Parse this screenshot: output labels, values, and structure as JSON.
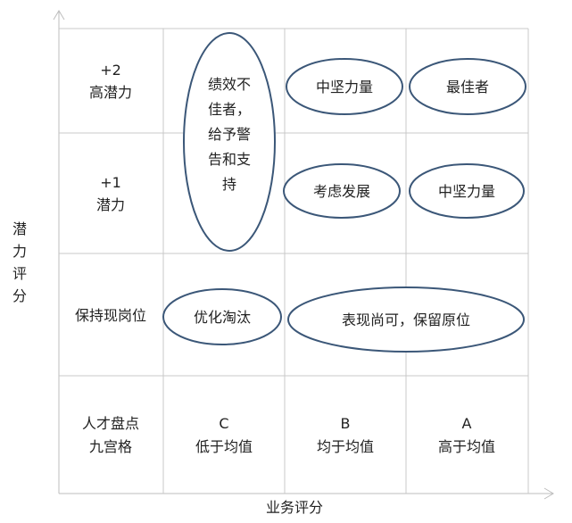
{
  "axes": {
    "y_label": [
      "潜",
      "力",
      "评",
      "分"
    ],
    "x_label": "业务评分"
  },
  "row_labels": {
    "r1": [
      "+2",
      "高潜力"
    ],
    "r2": [
      "+1",
      "潜力"
    ],
    "r3": [
      "保持现岗位"
    ],
    "r4": [
      "人才盘点",
      "九宫格"
    ]
  },
  "column_labels": {
    "c": [
      "C",
      "低于均值"
    ],
    "b": [
      "B",
      "均于均值"
    ],
    "a": [
      "A",
      "高于均值"
    ]
  },
  "categories": {
    "poor_performance": [
      "绩效不",
      "佳者，",
      "给予警",
      "告和支",
      "持"
    ],
    "backbone_top": "中坚力量",
    "best": "最佳者",
    "consider_development": "考虑发展",
    "backbone_mid": "中坚力量",
    "eliminate": "优化淘汰",
    "acceptable_retain": "表现尚可，保留原位"
  }
}
